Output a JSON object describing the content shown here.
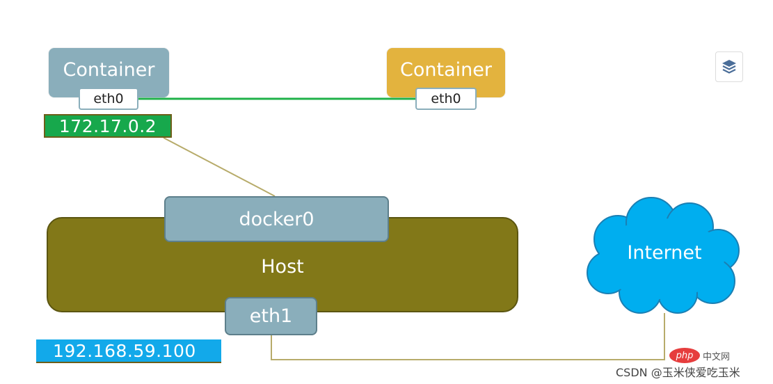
{
  "containers": {
    "left": {
      "title": "Container",
      "interface": "eth0",
      "ip": "172.17.0.2",
      "color": "#8aaebb"
    },
    "right": {
      "title": "Container",
      "interface": "eth0",
      "color": "#e3b33e"
    }
  },
  "host": {
    "title": "Host",
    "bridge": "docker0",
    "interface": "eth1",
    "ip": "192.168.59.100",
    "color": "#827818"
  },
  "internet": {
    "label": "Internet",
    "color": "#00aeef"
  },
  "links": {
    "container_link_color": "#20b24a",
    "host_link_color": "#b7ab6a"
  },
  "toolbar": {
    "layers_icon": "layers-icon"
  },
  "watermark": {
    "logo_text": "php",
    "site_text": "中文网",
    "credit": "CSDN @玉米侠爱吃玉米"
  }
}
